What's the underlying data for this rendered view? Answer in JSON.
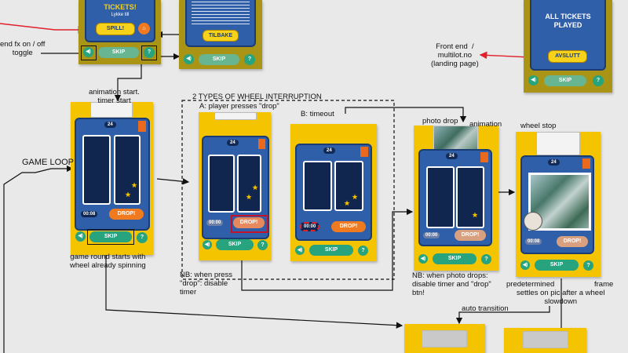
{
  "labels": {
    "sound_toggle": "end fx on / off\ntoggle",
    "anim_start": "animation start.\ntimer start",
    "game_loop": "GAME LOOP",
    "round_starts": "game round starts with\nwheel already spinning",
    "interruption": "2 TYPES OF WHEEL INTERRUPTION",
    "player_presses": "A: player presses \"drop\"",
    "timeout": "B: timeout",
    "nb_press": "NB: when press\n\"drop\": disable\ntimer",
    "photo_drop": "photo drop",
    "animation": "animation",
    "wheel_stop": "wheel stop",
    "nb_photo": "NB: when photo drops:\ndisable timer and \"drop\"\nbtn!",
    "predetermined_a": "predetermined",
    "predetermined_b": "frame",
    "settles": "settles on pic after a wheel\nslowdown",
    "auto_transition": "auto transition",
    "front_end": "Front end  /\nmultilot.no\n(landing page)"
  },
  "screens": {
    "tickets_heading": "TICKETS!",
    "lykke": "Lykke till",
    "spill": "SPILL!",
    "tilbake": "TILBAKE",
    "all_tickets": "ALL TICKETS\nPLAYED",
    "avslutt": "AVSLUTT",
    "skip": "SKIP",
    "drop": "DROP!",
    "coins": "24",
    "timer": "00:08",
    "timer_zero": "00:00",
    "help": "?",
    "sound": "◀)"
  },
  "colors": {
    "card_yellow": "#f5c400",
    "card_olive": "#a99416",
    "cabinet_blue": "#2f5fa8",
    "drop_orange": "#ef7a1f",
    "skip_green": "#27a37d",
    "arrow_red": "#e0202a"
  }
}
